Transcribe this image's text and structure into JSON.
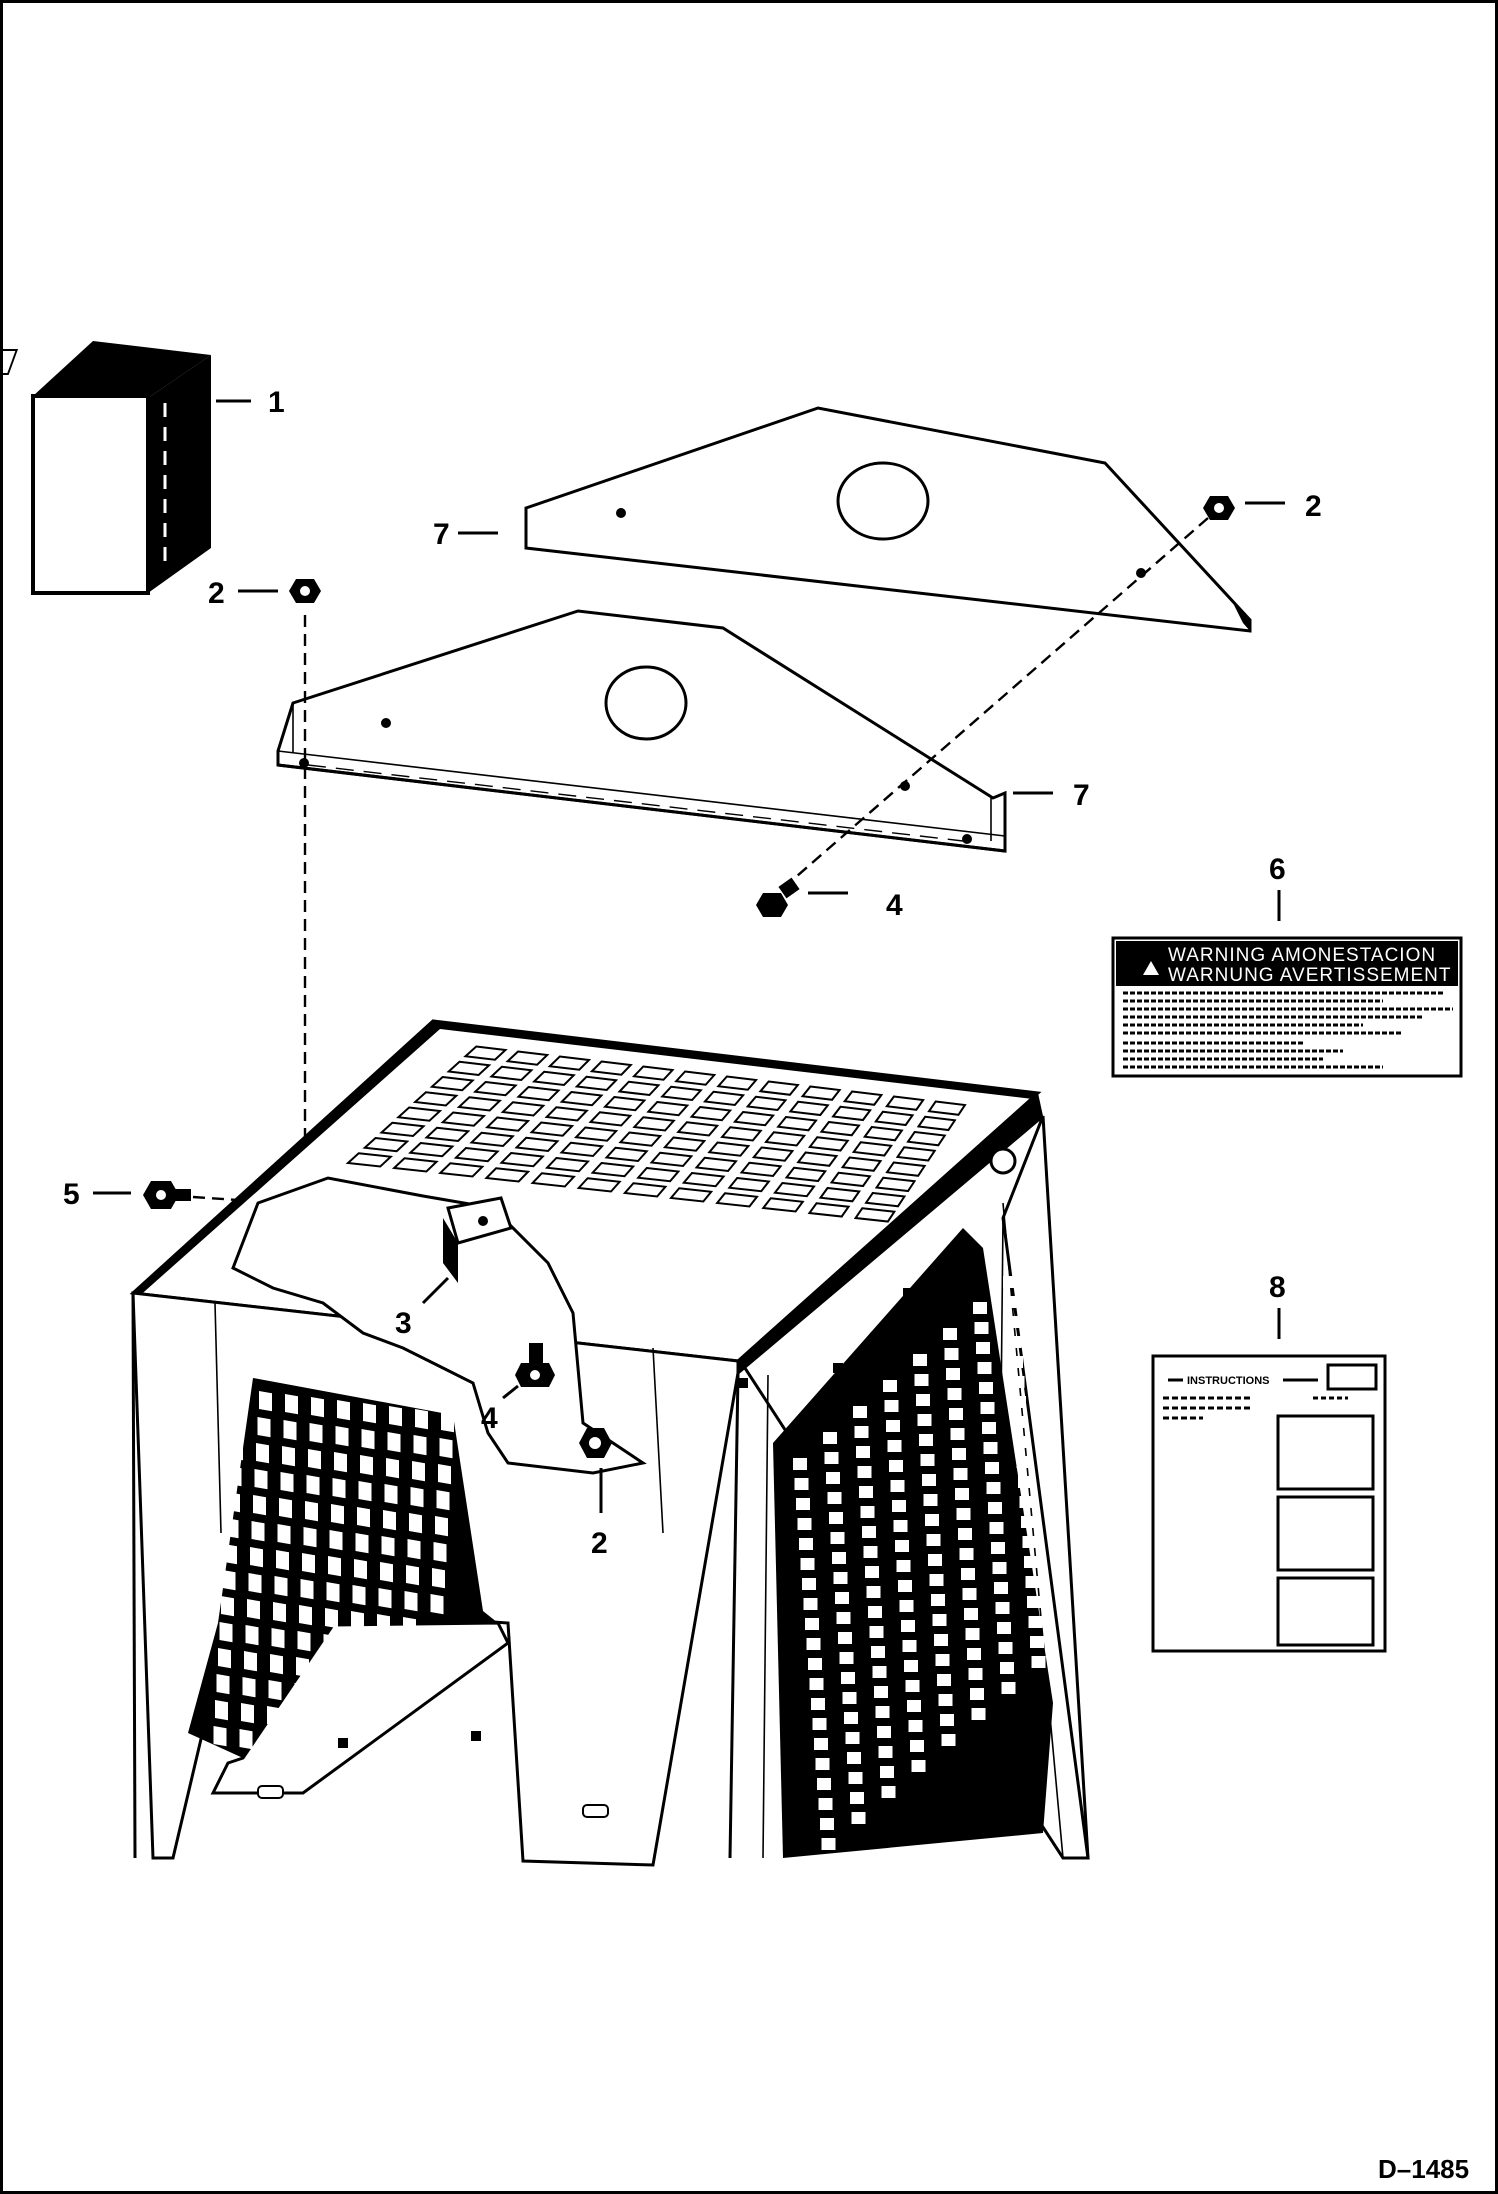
{
  "callouts": {
    "c1": "1",
    "c2": "2",
    "c3": "3",
    "c4": "4",
    "c5": "5",
    "c6": "6",
    "c7": "7",
    "c8": "8"
  },
  "decal_warning": {
    "line1": "WARNING AMONESTACION",
    "line2": "WARNUNG AVERTISSEMENT"
  },
  "decal_instructions": {
    "title": "INSTRUCTIONS"
  },
  "drawing_id": "D–1485"
}
